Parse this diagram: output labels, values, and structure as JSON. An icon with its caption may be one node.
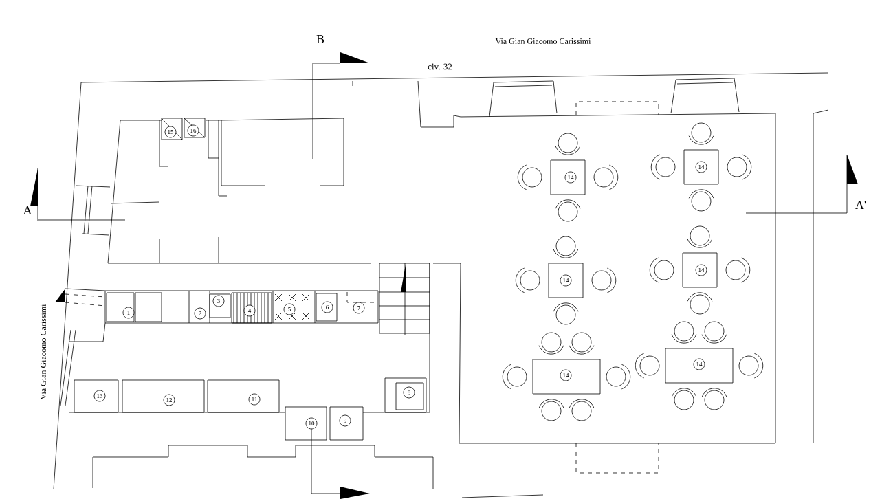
{
  "diagram": {
    "labels": [
      "B",
      "Via Gian Giacomo Carissimi",
      "civ. 32",
      "15",
      "16",
      "14",
      "14",
      "A",
      "A'",
      "14",
      "14",
      "Via Gian Giacomo Carissimi",
      "1",
      "2",
      "3",
      "4",
      "5",
      "6",
      "7",
      "14",
      "14",
      "13",
      "12",
      "11",
      "8",
      "10",
      "9"
    ]
  }
}
